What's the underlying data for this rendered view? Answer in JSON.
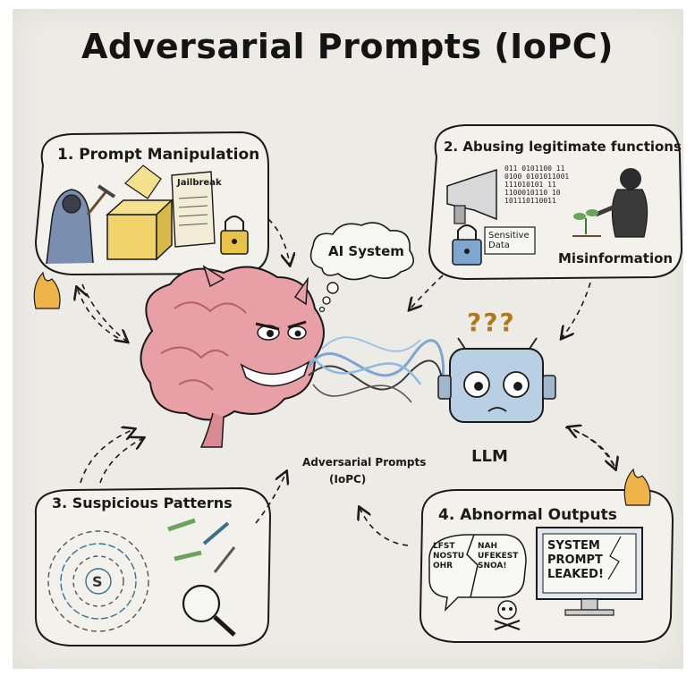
{
  "title": "Adversarial Prompts (IoPC)",
  "panels": {
    "p1": {
      "title": "1. Prompt Manipulation",
      "scroll_label": "Jailbreak"
    },
    "p2": {
      "title": "2. Abusing legitimate functions",
      "sensitive": "Sensitive Data",
      "misinfo": "Misinformation",
      "binary": "011 0101100 11\n0100 0101011001\n111010101 11\n1100010110 10\n101110110011"
    },
    "p3": {
      "title": "3. Suspicious Patterns"
    },
    "p4": {
      "title": "4. Abnormal Outputs",
      "screen_text_1": "SYSTEM",
      "screen_text_2": "PROMPT",
      "screen_text_3": "LEAKED!",
      "garbled_1": "LFST NOSTU OHR",
      "garbled_2": "NAH UFEKEST SNOA!"
    }
  },
  "center": {
    "ai_system": "AI System",
    "question_marks": "???",
    "llm": "LLM",
    "adv_label_1": "Adversarial Prompts",
    "adv_label_2": "(IoPC)"
  },
  "colors": {
    "brain": "#e8a0a6",
    "gold": "#f0d36a",
    "robot": "#b9cfe3",
    "ink": "#1a1a1a",
    "green": "#6aa55a"
  }
}
